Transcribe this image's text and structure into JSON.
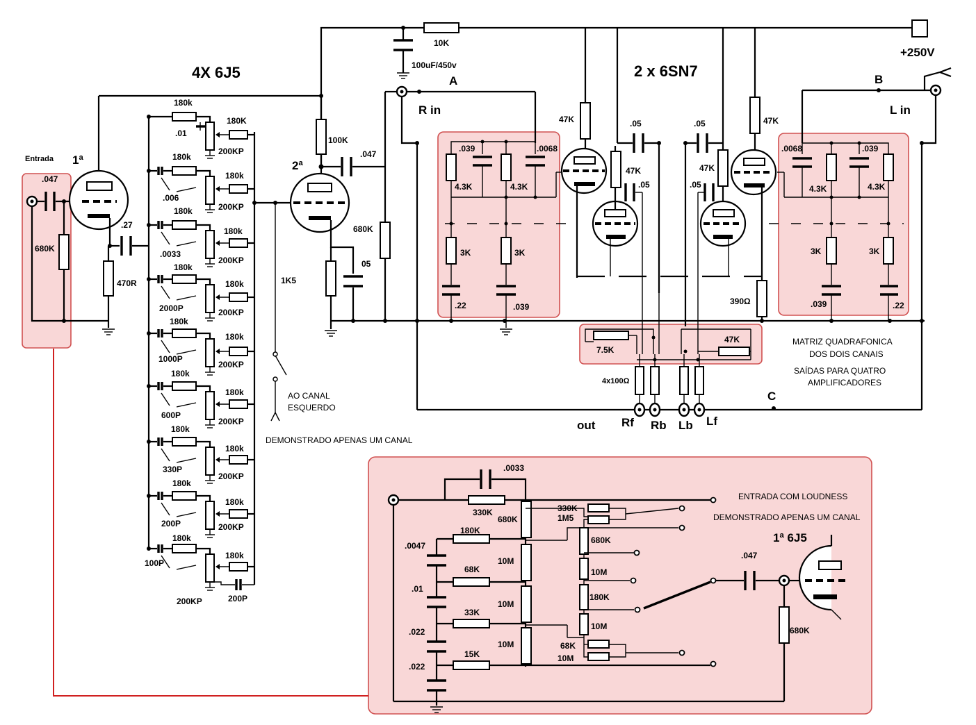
{
  "titles": {
    "main_tube": "4X 6J5",
    "matrix_tube": "2 x 6SN7",
    "stage1": "1ª",
    "stage2": "2ª",
    "loudness_tube": "1ª 6J5"
  },
  "inputs": {
    "entrada": "Entrada",
    "r_in": "R in",
    "l_in": "L in",
    "node_a": "A",
    "node_b": "B",
    "node_c": "C"
  },
  "power": {
    "supply": "+250V",
    "dropper": "10K",
    "filter_cap": "100uF/450v"
  },
  "stage1_parts": {
    "in_cap": ".047",
    "grid_res": "680K",
    "cathode_res": "470R",
    "coupling_cap": ".27"
  },
  "stage2_parts": {
    "plate_res": "100K",
    "out_cap": ".047",
    "cathode_res": "1K5",
    "bypass_cap": "05",
    "grid_res": "680K"
  },
  "equalizer": {
    "bands": [
      {
        "series_res": "180k",
        "cap": ".01",
        "pot_res": "180K",
        "pot": "200KP"
      },
      {
        "series_res": "180k",
        "cap": ".006",
        "pot_res": "180k",
        "pot": "200KP"
      },
      {
        "series_res": "180k",
        "cap": ".0033",
        "pot_res": "180k",
        "pot": "200KP"
      },
      {
        "series_res": "180k",
        "cap": "2000P",
        "pot_res": "180k",
        "pot": "200KP"
      },
      {
        "series_res": "180k",
        "cap": "1000P",
        "pot_res": "180k",
        "pot": "200KP"
      },
      {
        "series_res": "180k",
        "cap": "600P",
        "pot_res": "180k",
        "pot": "200KP"
      },
      {
        "series_res": "180k",
        "cap": "330P",
        "pot_res": "180k",
        "pot": "200KP"
      },
      {
        "series_res": "180k",
        "cap": "200P",
        "pot_res": "180k",
        "pot": "200KP"
      },
      {
        "series_res": "180k",
        "cap": "100P",
        "pot_res": "180k",
        "pot": "200KP",
        "extra_cap": "200P"
      }
    ]
  },
  "notes": {
    "to_left": "AO CANAL",
    "to_left2": "ESQUERDO",
    "one_channel": "DEMONSTRADO APENAS UM CANAL",
    "matrix1": "MATRIZ QUADRAFONICA",
    "matrix2": "DOS DOIS CANAIS",
    "outputs1": "SAÍDAS PARA QUATRO",
    "outputs2": "AMPLIFICADORES",
    "loudness": "ENTRADA COM LOUDNESS",
    "loudness_one": "DEMONSTRADO APENAS UM CANAL"
  },
  "matrix_left": {
    "caps": [
      ".039",
      ".0068",
      ".22",
      ".039"
    ],
    "res": [
      "4.3K",
      "4.3K",
      "3K",
      "3K"
    ]
  },
  "matrix_right": {
    "caps": [
      ".0068",
      ".039",
      ".039",
      ".22"
    ],
    "res": [
      "4.3K",
      "4.3K",
      "3K",
      "3K"
    ]
  },
  "sn7_parts": {
    "plate_l": "47K",
    "plate_r": "47K",
    "cathode_l": "47K",
    "cathode_r": "47K",
    "cap_l_top": ".05",
    "cap_r_top": ".05",
    "cap_l_mid": ".05",
    "cap_r_mid": ".05",
    "cathode_common": "390Ω"
  },
  "mixer": {
    "r1": "7.5K",
    "r2": "47K",
    "out_res": "4x100Ω"
  },
  "outputs": {
    "out": "out",
    "labels": [
      "Rf",
      "Rb",
      "Lb",
      "Lf"
    ]
  },
  "loudness_parts": {
    "bridge_cap": ".0033",
    "bridge_res": "330K",
    "tap1": "680K",
    "caps": [
      ".0047",
      ".01",
      ".022",
      ".022"
    ],
    "series": [
      "180K",
      "68K",
      "33K",
      "15K"
    ],
    "ladder": [
      "10M",
      "10M",
      "10M"
    ],
    "sel": [
      "330K",
      "1M5",
      "680K",
      "10M",
      "180K",
      "10M",
      "68K",
      "10M"
    ],
    "in_cap": ".047",
    "grid_res": "680K"
  }
}
